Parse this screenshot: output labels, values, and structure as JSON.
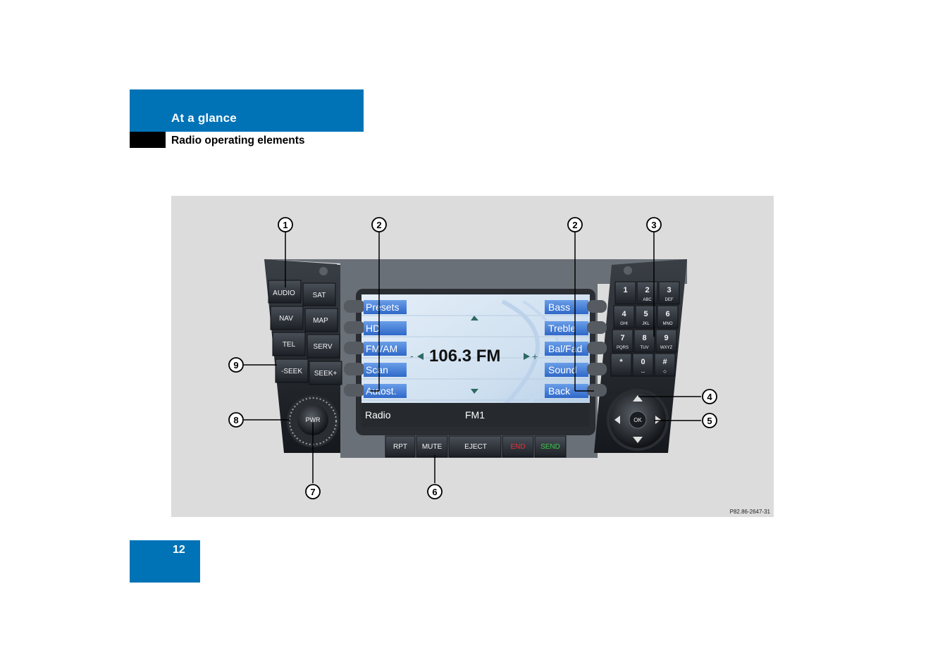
{
  "header": {
    "section": "At a glance",
    "subsection": "Radio operating elements"
  },
  "page_number": "12",
  "figure": {
    "ref_code": "P82.86-2647-31",
    "left_buttons": [
      "AUDIO",
      "SAT",
      "NAV",
      "MAP",
      "TEL",
      "SERV",
      "-SEEK",
      "SEEK+"
    ],
    "screen": {
      "left_softkeys": [
        "Presets",
        "HD",
        "FM/AM",
        "Scan",
        "Autost."
      ],
      "right_softkeys": [
        "Bass",
        "Treble",
        "Bal/Fad",
        "Sound",
        "Back"
      ],
      "frequency": "106.3 FM",
      "source": "Radio",
      "band": "FM1"
    },
    "bottom_buttons": [
      "RPT",
      "MUTE",
      "EJECT",
      "END",
      "SEND"
    ],
    "keypad": [
      {
        "d": "1",
        "l": ""
      },
      {
        "d": "2",
        "l": "ABC"
      },
      {
        "d": "3",
        "l": "DEF"
      },
      {
        "d": "4",
        "l": "GHI"
      },
      {
        "d": "5",
        "l": "JKL"
      },
      {
        "d": "6",
        "l": "MNO"
      },
      {
        "d": "7",
        "l": "PQRS"
      },
      {
        "d": "8",
        "l": "TUV"
      },
      {
        "d": "9",
        "l": "WXYZ"
      },
      {
        "d": "*",
        "l": ""
      },
      {
        "d": "0",
        "l": "⌴"
      },
      {
        "d": "#",
        "l": "◇"
      }
    ],
    "knob_label": "PWR",
    "ok_label": "OK",
    "callouts": [
      "1",
      "2",
      "2",
      "3",
      "4",
      "5",
      "6",
      "7",
      "8",
      "9"
    ],
    "colors": {
      "end": "#e8323c",
      "send": "#3cc84a",
      "screen": "#d4e4f4",
      "softkey": "#3a78d8"
    }
  }
}
